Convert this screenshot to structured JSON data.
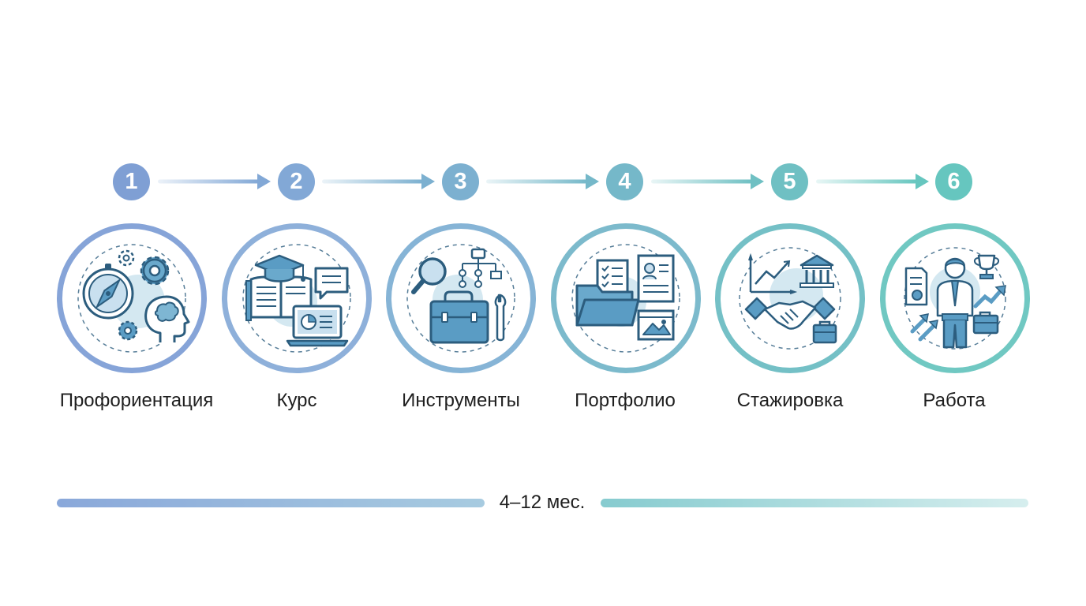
{
  "steps": [
    {
      "number": "1",
      "label": "Профориентация",
      "color": "#7f9fd4",
      "icon": "compass-brain-gears-icon"
    },
    {
      "number": "2",
      "label": "Курс",
      "color": "#82a8d6",
      "icon": "graduation-book-laptop-icon"
    },
    {
      "number": "3",
      "label": "Инструменты",
      "color": "#7cb0d0",
      "icon": "toolbox-magnifier-flowchart-icon"
    },
    {
      "number": "4",
      "label": "Портфолио",
      "color": "#75b8c9",
      "icon": "folder-documents-icon"
    },
    {
      "number": "5",
      "label": "Стажировка",
      "color": "#6fc0c3",
      "icon": "handshake-chart-bank-icon"
    },
    {
      "number": "6",
      "label": "Работа",
      "color": "#66c6bf",
      "icon": "professional-trophy-growth-icon"
    }
  ],
  "duration": "4–12 мес.",
  "colors": {
    "start": "#7f9fd4",
    "end": "#66c6bf",
    "icon_stroke": "#2c5d7e"
  }
}
